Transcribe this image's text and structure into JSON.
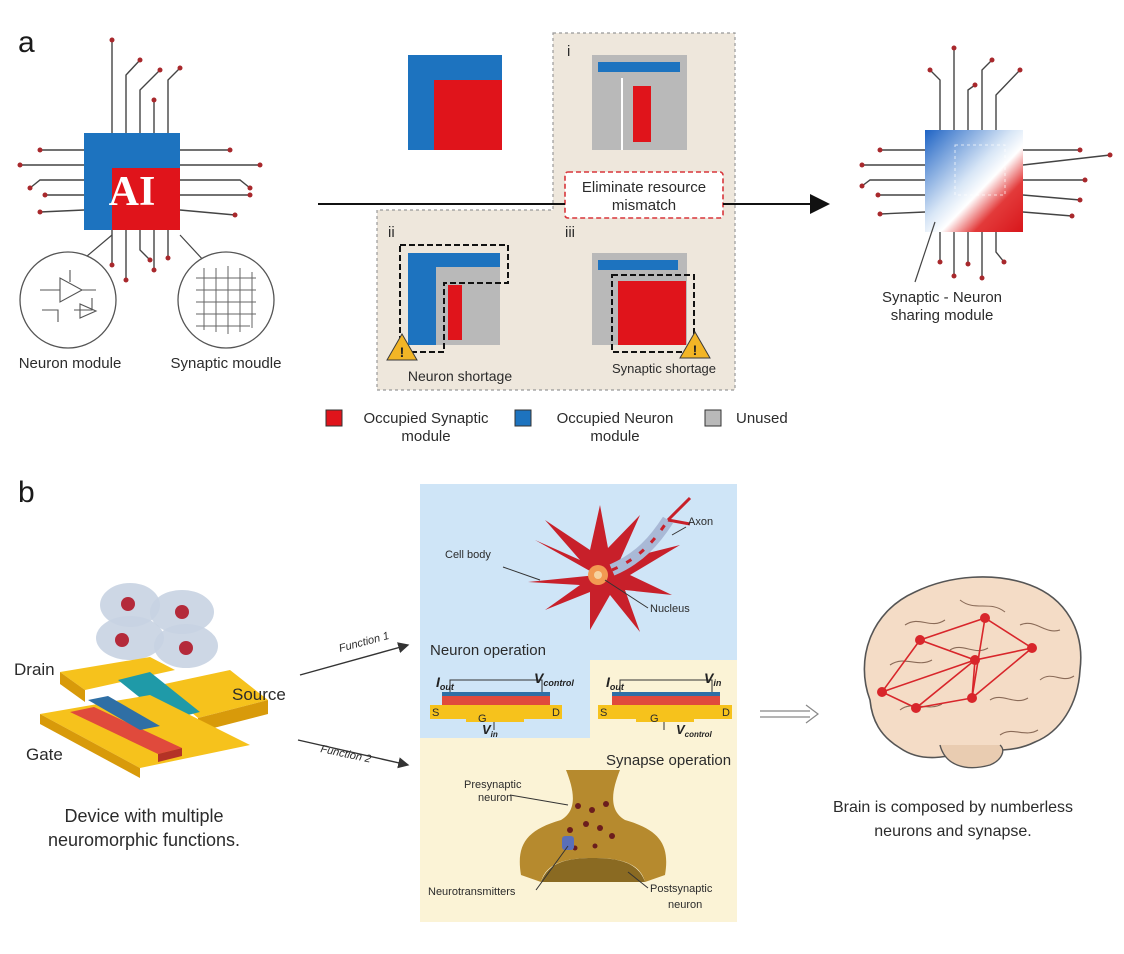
{
  "panel_a": {
    "label": "a",
    "chip_text": "AI",
    "neuron_module": "Neuron module",
    "synaptic_module": "Synaptic moudle",
    "subpanels": {
      "i": "i",
      "ii": "ii",
      "iii": "iii"
    },
    "eliminate": {
      "line1": "Eliminate resource",
      "line2": "mismatch"
    },
    "neuron_shortage": "Neuron shortage",
    "synaptic_shortage": "Synaptic shortage",
    "sharing": {
      "line1": "Synaptic - Neuron",
      "line2": "sharing module"
    },
    "legend": {
      "synaptic": {
        "line1": "Occupied Synaptic",
        "line2": "module",
        "color": "#e0141b"
      },
      "neuron": {
        "line1": "Occupied Neuron",
        "line2": "module",
        "color": "#1d73bf"
      },
      "unused": {
        "label": "Unused",
        "color": "#b9b9b9"
      }
    }
  },
  "panel_b": {
    "label": "b",
    "drain": "Drain",
    "source": "Source",
    "gate": "Gate",
    "device_caption": {
      "line1": "Device with multiple",
      "line2": "neuromorphic functions."
    },
    "function1": "Function 1",
    "function2": "Function 2",
    "neuron_operation": "Neuron operation",
    "synapse_operation": "Synapse operation",
    "cell_body": "Cell body",
    "axon": "Axon",
    "nucleus": "Nucleus",
    "left_circuit": {
      "i_main": "I",
      "i_sub": "out",
      "v_main": "V",
      "v_sub": "control",
      "s": "S",
      "g": "G",
      "d": "D",
      "vb_main": "V",
      "vb_sub": "in"
    },
    "right_circuit": {
      "i_main": "I",
      "i_sub": "out",
      "v_main": "V",
      "v_sub": "in",
      "s": "S",
      "g": "G",
      "d": "D",
      "vb_main": "V",
      "vb_sub": "control"
    },
    "presynaptic": {
      "line1": "Presynaptic",
      "line2": "neuron"
    },
    "postsynaptic": {
      "line1": "Postsynaptic",
      "line2": "neuron"
    },
    "neurotransmitters": "Neurotransmitters",
    "brain_caption": {
      "line1": "Brain is composed by numberless",
      "line2": "neurons and synapse."
    }
  }
}
